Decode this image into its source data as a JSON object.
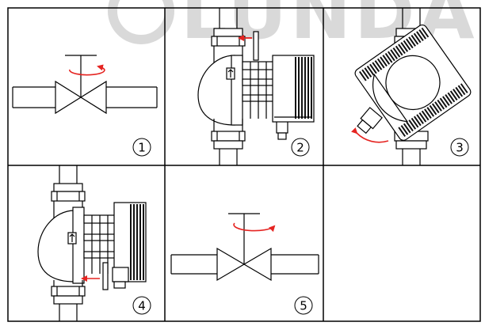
{
  "watermark": {
    "text": "LUNDA",
    "color": "#d9d9d9"
  },
  "colors": {
    "line": "#000000",
    "arrow": "#e52421",
    "background": "#ffffff"
  },
  "steps": [
    {
      "number": "1",
      "content": "valve-close-icon"
    },
    {
      "number": "2",
      "content": "pump-union-nut-icon"
    },
    {
      "number": "3",
      "content": "pump-head-rotate-icon"
    },
    {
      "number": "4",
      "content": "pump-union-nut-icon"
    },
    {
      "number": "5",
      "content": "valve-open-icon"
    }
  ]
}
